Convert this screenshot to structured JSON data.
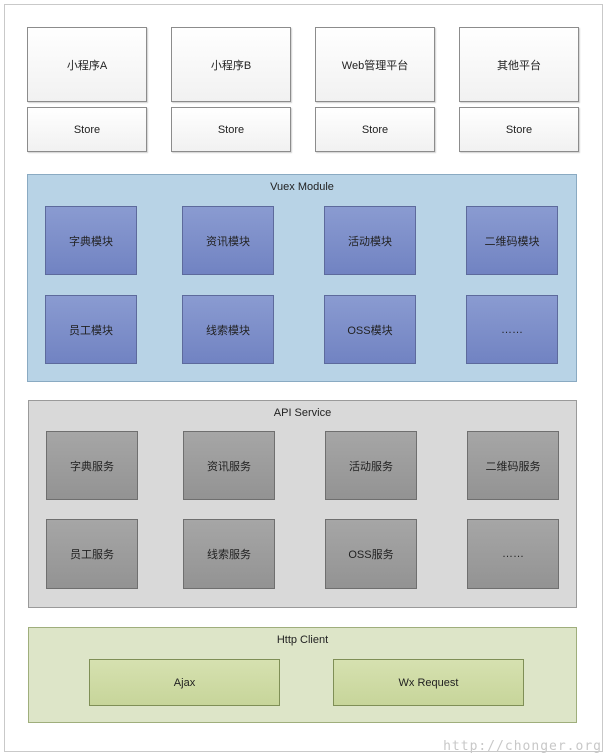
{
  "platforms": [
    "小程序A",
    "小程序B",
    "Web管理平台",
    "其他平台"
  ],
  "stores": [
    "Store",
    "Store",
    "Store",
    "Store"
  ],
  "vuex": {
    "title": "Vuex Module",
    "modules": [
      "字典模块",
      "资讯模块",
      "活动模块",
      "二维码模块",
      "员工模块",
      "线索模块",
      "OSS模块",
      "……"
    ]
  },
  "api": {
    "title": "API Service",
    "services": [
      "字典服务",
      "资讯服务",
      "活动服务",
      "二维码服务",
      "员工服务",
      "线索服务",
      "OSS服务",
      "……"
    ]
  },
  "http": {
    "title": "Http Client",
    "clients": [
      "Ajax",
      "Wx Request"
    ]
  },
  "watermark": "http://chonger.org",
  "colors": {
    "vuex_bg": "#b8d3e6",
    "module_fill": "#8a9bd1",
    "api_bg": "#d9d9d9",
    "service_fill": "#a6a6a6",
    "http_bg": "#dde5c8",
    "client_fill": "#d6e1b0"
  }
}
